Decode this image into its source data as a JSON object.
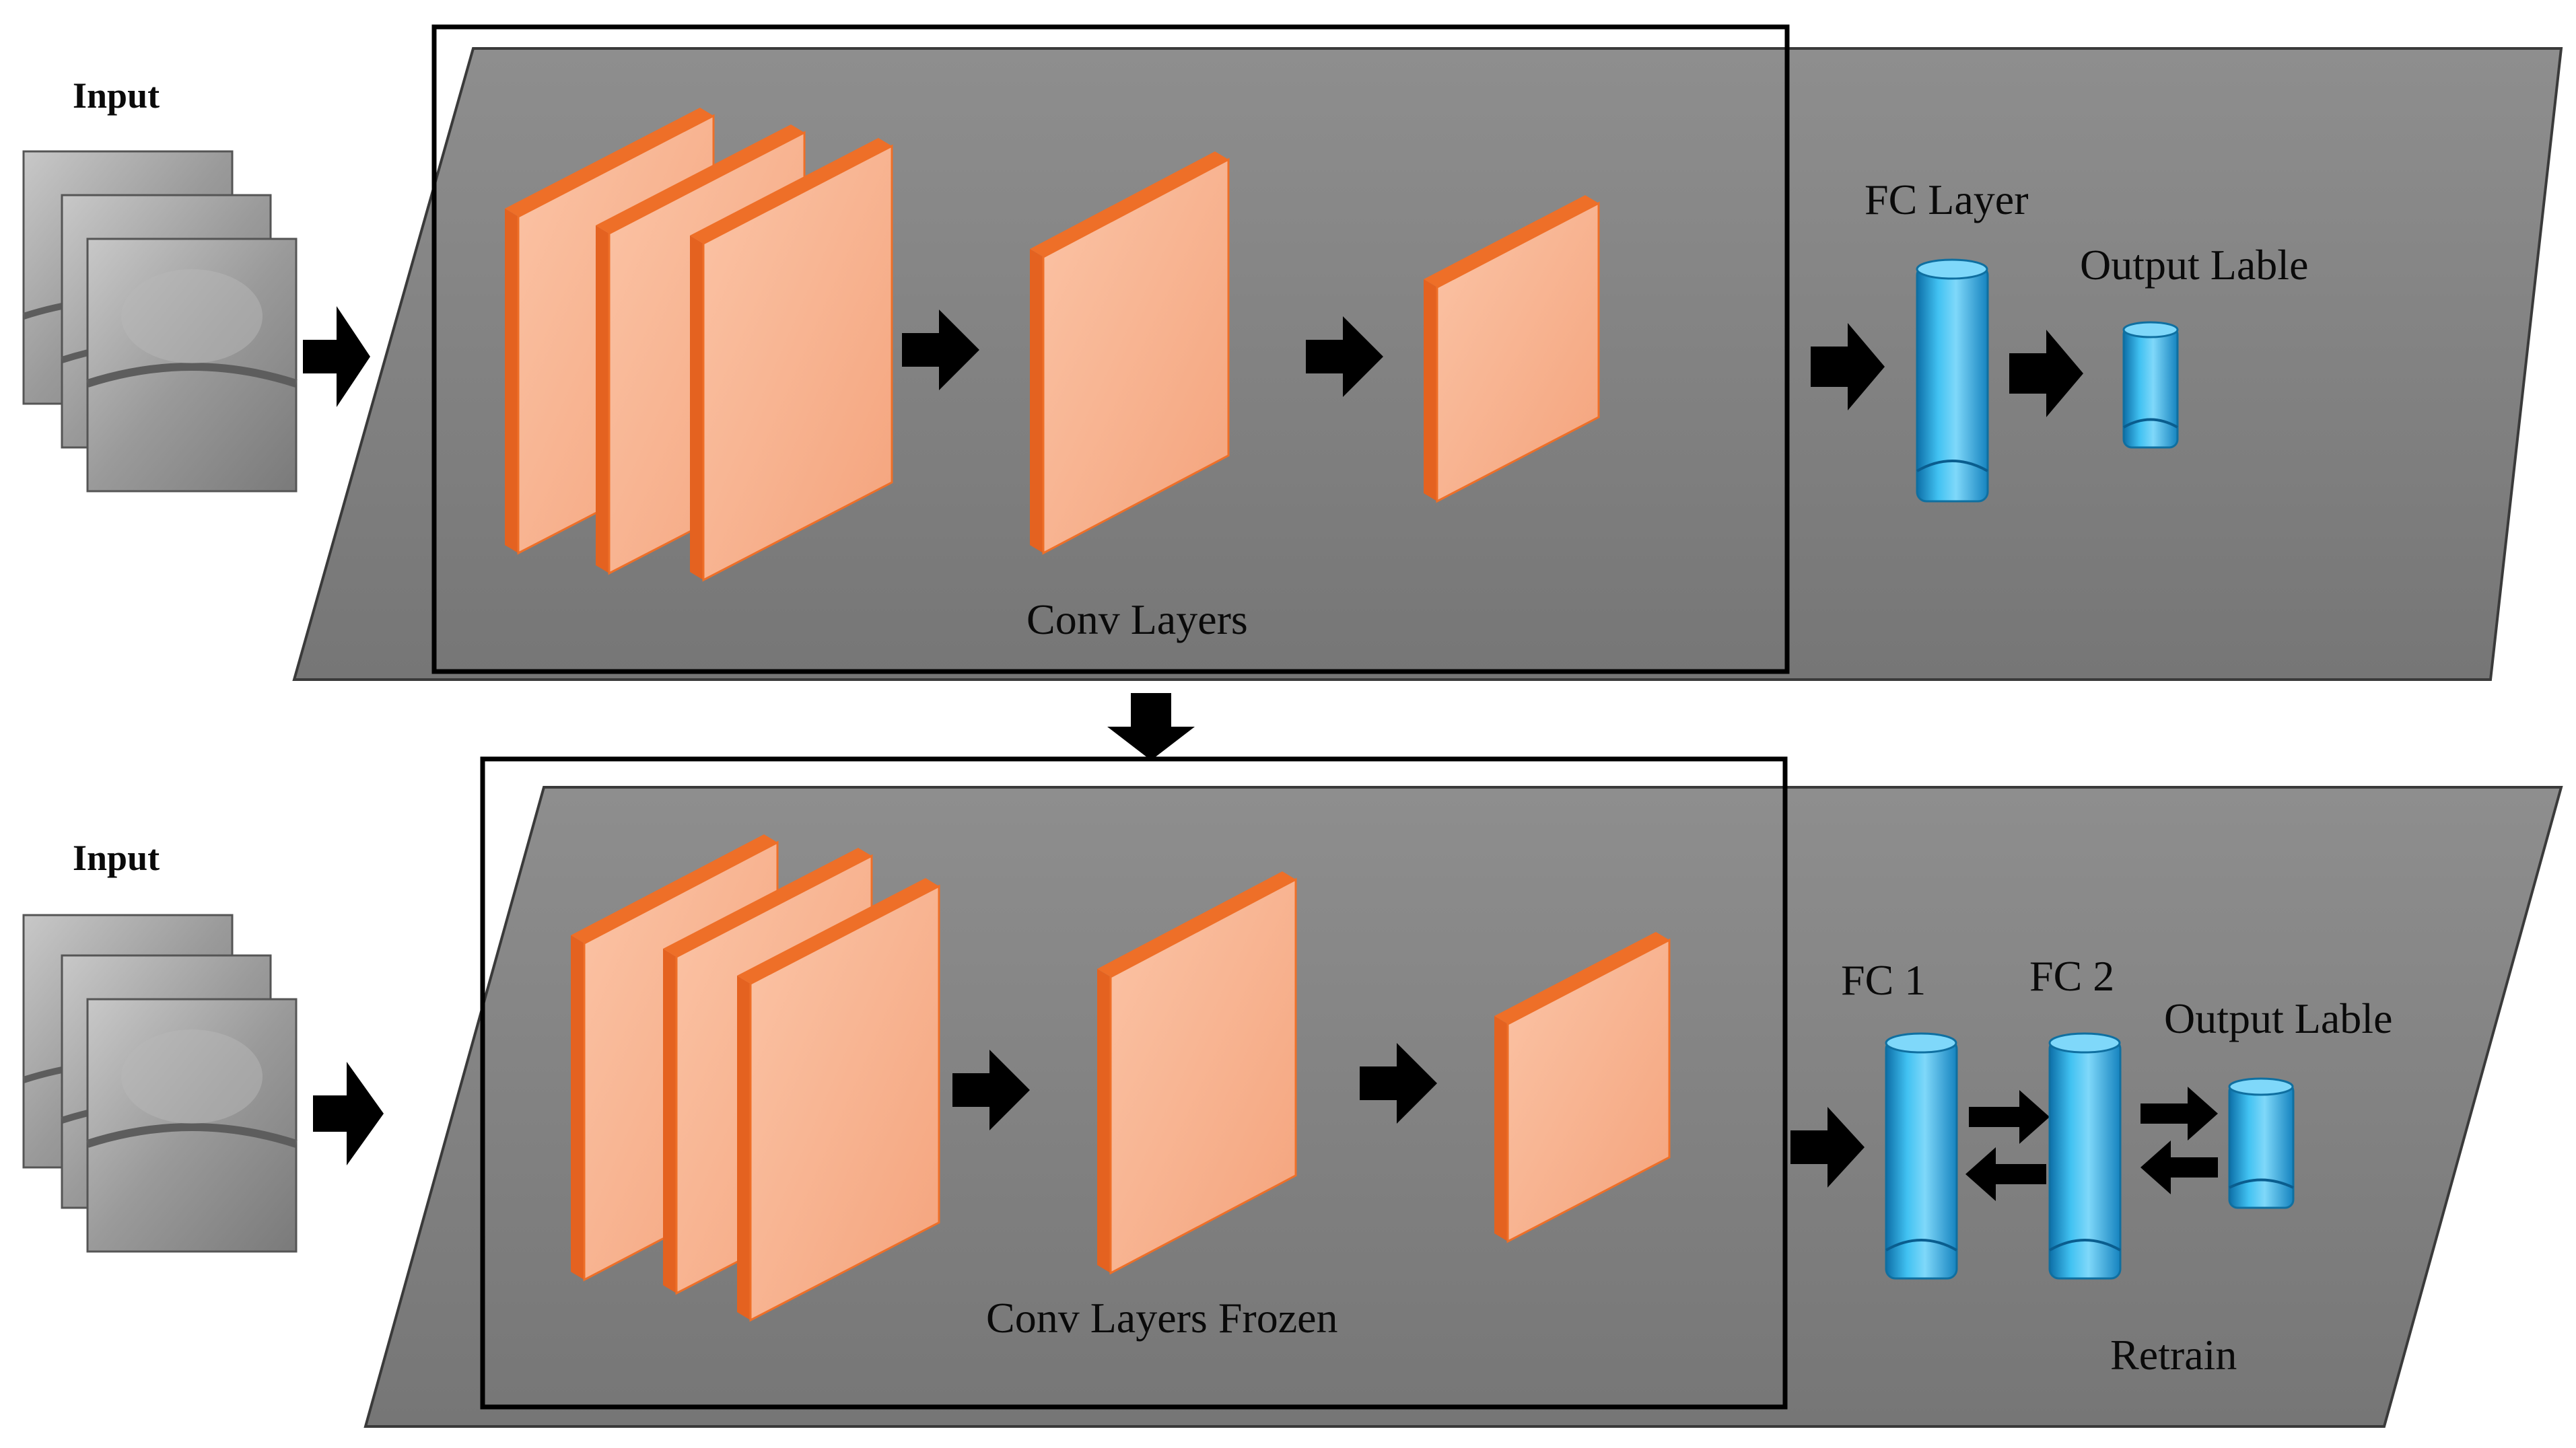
{
  "colors": {
    "panel": "#838383",
    "panel_edge": "#3a3a3a",
    "frame": "#000000",
    "conv_face": "#f7ae8a",
    "conv_edge": "#ee6f28",
    "fc_face": "#2eaae0",
    "arrow": "#000000"
  },
  "top_panel": {
    "input_label": "Input",
    "conv_label": "Conv Layers",
    "fc_label": "FC Layer",
    "output_label": "Output Lable"
  },
  "bottom_panel": {
    "input_label": "Input",
    "conv_label": "Conv Layers Frozen",
    "fc1_label": "FC 1",
    "fc2_label": "FC 2",
    "output_label": "Output Lable",
    "retrain_label": "Retrain"
  }
}
